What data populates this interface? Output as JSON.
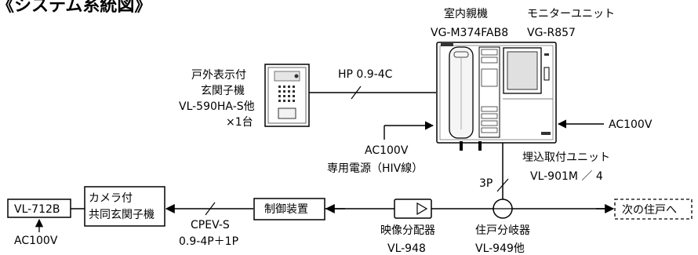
{
  "title": "《システム系統図》",
  "monitor_unit": {
    "name_label": "室内親機",
    "model": "VG-M374FAB8"
  },
  "monitor_unit_display": {
    "name_label": "モニターユニット",
    "model": "VG-R857"
  },
  "outdoor_entrance_unit": {
    "lines": [
      "戸外表示付",
      "玄関子機",
      "VL-590HA-S他",
      "×1台"
    ]
  },
  "wire_hp": "HP 0.9-4C",
  "power_monitor": "AC100V",
  "dedicated_power": {
    "voltage": "AC100V",
    "label": "専用電源（HIV線）"
  },
  "embed_unit": {
    "name_label": "埋込取付ユニット",
    "model": "VL-901M ／ 4"
  },
  "wire_3p": "3P",
  "adapter": {
    "model": "VL-712B",
    "power": "AC100V"
  },
  "shared_entrance_unit": {
    "lines": [
      "カメラ付",
      "共同玄関子機"
    ]
  },
  "wire_cpev": {
    "lines": [
      "CPEV-S",
      "0.9-4P＋1P"
    ]
  },
  "controller": "制御装置",
  "video_distributor": {
    "name_label": "映像分配器",
    "model": "VL-948"
  },
  "branch_unit": {
    "name_label": "住戸分岐器",
    "model": "VL-949他"
  },
  "next_unit": "次の住戸へ"
}
